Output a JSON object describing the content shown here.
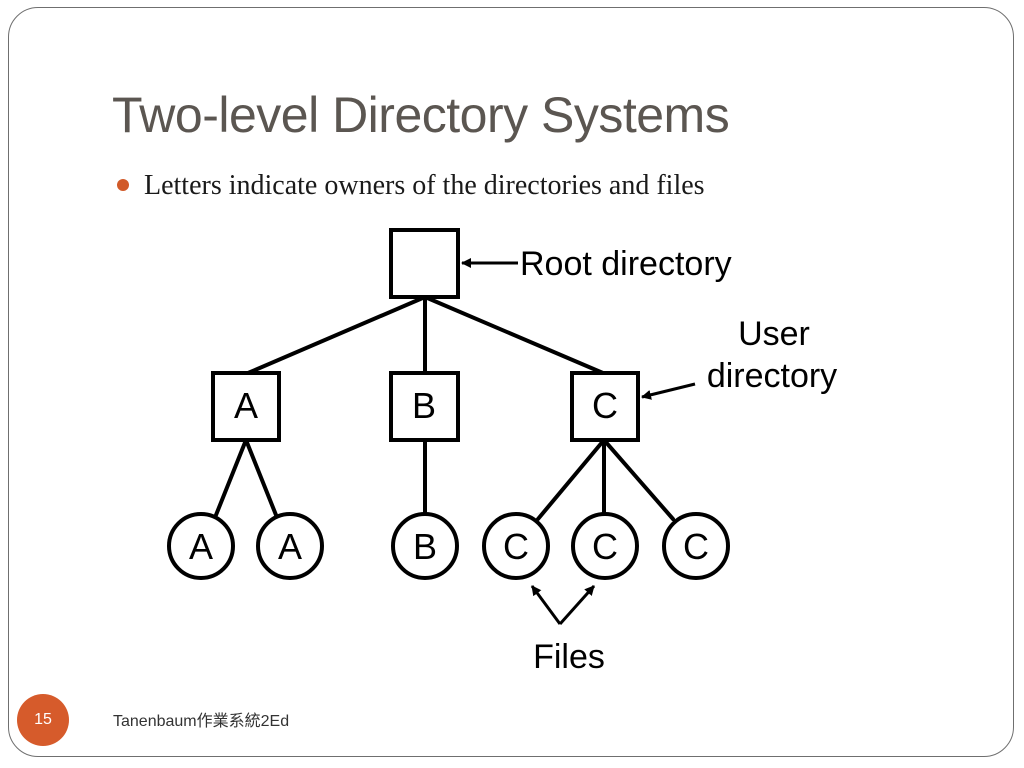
{
  "slide": {
    "title": "Two-level Directory Systems",
    "bullet": "Letters indicate owners of the directories and files",
    "page_number": "15",
    "footer": "Tanenbaum作業系統2Ed"
  },
  "diagram": {
    "root_label": "Root directory",
    "user_dir_label_line1": "User",
    "user_dir_label_line2": "directory",
    "files_label": "Files",
    "user_directories": [
      {
        "owner": "A"
      },
      {
        "owner": "B"
      },
      {
        "owner": "C"
      }
    ],
    "files": [
      {
        "owner": "A"
      },
      {
        "owner": "A"
      },
      {
        "owner": "B"
      },
      {
        "owner": "C"
      },
      {
        "owner": "C"
      },
      {
        "owner": "C"
      }
    ],
    "colors": {
      "accent": "#d65b2b",
      "title": "#5b5651",
      "frame": "#6f6f6f",
      "ink": "#000000"
    }
  }
}
